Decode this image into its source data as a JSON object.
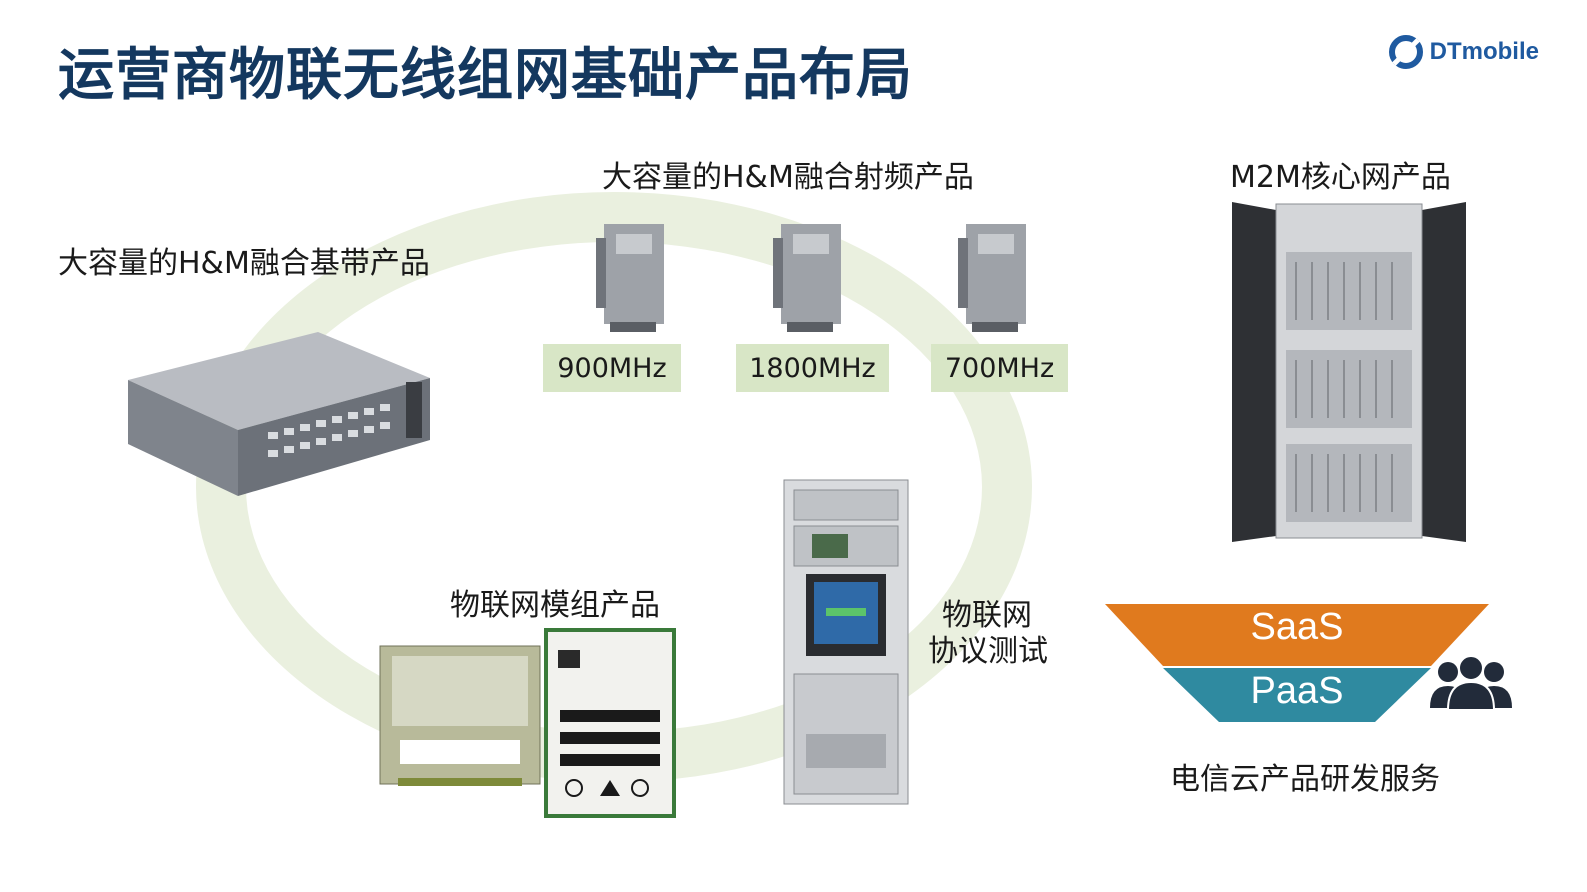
{
  "page": {
    "title": "运营商物联无线组网基础产品布局"
  },
  "logo": {
    "text": "DTmobile",
    "icon": "dtmobile-logo-icon",
    "color": "#1f5aa0"
  },
  "colors": {
    "title": "#14385f",
    "ring": "#eaf0df",
    "freq_bg": "#d8e6c6",
    "saas": "#e07a1e",
    "paas": "#2f8aa0"
  },
  "sections": {
    "baseband": {
      "label": "大容量的H&M融合基带产品"
    },
    "rf": {
      "label": "大容量的H&M融合射频产品",
      "bands": [
        "900MHz",
        "1800MHz",
        "700MHz"
      ]
    },
    "core": {
      "label": "M2M核心网产品"
    },
    "module": {
      "label": "物联网模组产品"
    },
    "test": {
      "line1": "物联网",
      "line2": "协议测试"
    },
    "cloud": {
      "saas": "SaaS",
      "paas": "PaaS",
      "label": "电信云产品研发服务",
      "icon": "users-group-icon"
    }
  }
}
